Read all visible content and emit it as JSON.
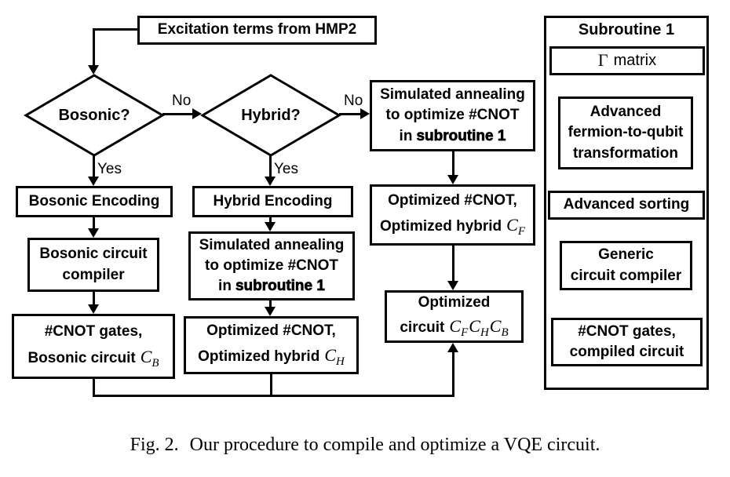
{
  "figure": {
    "caption_label": "Fig. 2.",
    "caption_text": "Our procedure to compile and optimize a VQE circuit."
  },
  "flow": {
    "start": "Excitation terms from HMP2",
    "bosonic_question": "Bosonic?",
    "hybrid_question": "Hybrid?",
    "no_bosonic": "No",
    "no_hybrid": "No",
    "yes_bosonic": "Yes",
    "yes_hybrid": "Yes",
    "bosonic_encoding": "Bosonic Encoding",
    "hybrid_encoding": "Hybrid Encoding",
    "bosonic_compiler": {
      "line1": "Bosonic circuit",
      "line2": "compiler"
    },
    "cnot_bosonic": {
      "line1": "#CNOT gates,",
      "line2": "Bosonic circuit",
      "sym": "C",
      "sub": "B"
    },
    "sa_hybrid": {
      "line1": "Simulated annealing",
      "line2": "to optimize #CNOT",
      "line3a": "in",
      "line3b": "subroutine 1"
    },
    "opt_hybrid": {
      "line1": "Optimized #CNOT,",
      "line2": "Optimized hybrid",
      "sym": "C",
      "sub": "H"
    },
    "sa_fermion": {
      "line1": "Simulated annealing",
      "line2": "to optimize #CNOT",
      "line3a": "in",
      "line3b": "subroutine 1"
    },
    "opt_fermion": {
      "line1": "Optimized #CNOT,",
      "line2": "Optimized hybrid",
      "sym": "C",
      "sub": "F"
    },
    "opt_circuit": {
      "line1": "Optimized",
      "line2": "circuit",
      "m1": "C",
      "s1": "F",
      "m2": "C",
      "s2": "H",
      "m3": "C",
      "s3": "B"
    }
  },
  "subroutine": {
    "title": "Subroutine 1",
    "gamma": {
      "sym": "Γ",
      "label": "matrix"
    },
    "transform": {
      "line1": "Advanced",
      "line2": "fermion-to-qubit",
      "line3": "transformation"
    },
    "sorting": "Advanced sorting",
    "generic": {
      "line1": "Generic",
      "line2": "circuit compiler"
    },
    "output": {
      "line1": "#CNOT gates,",
      "line2": "compiled circuit"
    }
  },
  "colors": {
    "ink": "#000000",
    "background": "#ffffff"
  }
}
